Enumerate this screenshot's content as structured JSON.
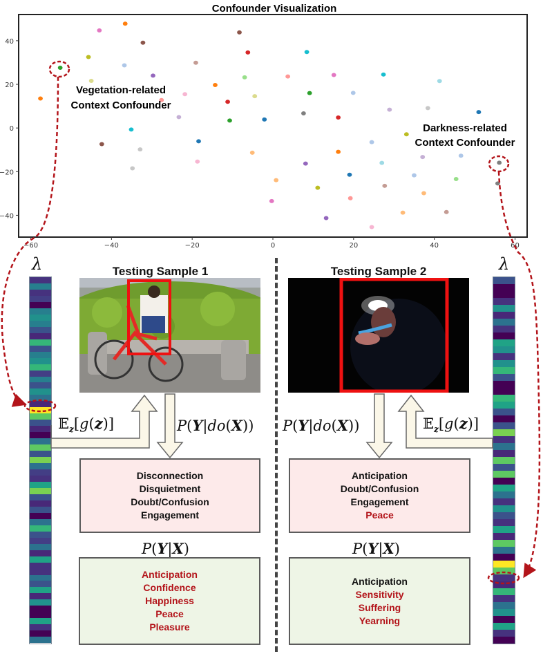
{
  "chart_data": {
    "type": "scatter",
    "title": "Confounder Visualization",
    "xlabel": "",
    "ylabel": "",
    "xlim": [
      -63,
      63
    ],
    "ylim": [
      -50,
      52
    ],
    "xticks": [
      -60,
      -40,
      -20,
      0,
      20,
      40,
      60
    ],
    "yticks": [
      -40,
      -20,
      0,
      20,
      40
    ],
    "grid": false,
    "points": [
      {
        "x": -57.6,
        "y": 13.5,
        "color": "#ff7f0e"
      },
      {
        "x": -52.7,
        "y": 27.6,
        "color": "#2ca02c",
        "highlight": true
      },
      {
        "x": -45.7,
        "y": 32.5,
        "color": "#bcbd22"
      },
      {
        "x": -45.0,
        "y": 21.6,
        "color": "#dbdb8d"
      },
      {
        "x": -43.0,
        "y": 44.7,
        "color": "#e377c2"
      },
      {
        "x": -42.4,
        "y": -7.4,
        "color": "#8c564b"
      },
      {
        "x": -36.8,
        "y": 28.7,
        "color": "#aec7e8"
      },
      {
        "x": -36.6,
        "y": 47.8,
        "color": "#ff7f0e"
      },
      {
        "x": -35.1,
        "y": -0.7,
        "color": "#17becf"
      },
      {
        "x": -34.8,
        "y": -18.5,
        "color": "#c7c7c7"
      },
      {
        "x": -32.9,
        "y": -9.8,
        "color": "#c7c7c7"
      },
      {
        "x": -32.2,
        "y": 39.1,
        "color": "#8c564b"
      },
      {
        "x": -29.7,
        "y": 24.0,
        "color": "#9467bd"
      },
      {
        "x": -27.6,
        "y": 12.8,
        "color": "#ff9896"
      },
      {
        "x": -23.3,
        "y": 5.0,
        "color": "#c5b0d5"
      },
      {
        "x": -21.8,
        "y": 15.5,
        "color": "#f7b6d2"
      },
      {
        "x": -19.1,
        "y": 29.9,
        "color": "#c49c94"
      },
      {
        "x": -18.4,
        "y": -6.1,
        "color": "#1f77b4"
      },
      {
        "x": -18.7,
        "y": -15.4,
        "color": "#f7b6d2"
      },
      {
        "x": -14.3,
        "y": 19.7,
        "color": "#ff7f0e"
      },
      {
        "x": -11.2,
        "y": 12.0,
        "color": "#d62728"
      },
      {
        "x": -10.7,
        "y": 3.4,
        "color": "#2ca02c"
      },
      {
        "x": -8.3,
        "y": 43.8,
        "color": "#8c564b"
      },
      {
        "x": -7.0,
        "y": 23.2,
        "color": "#98df8a"
      },
      {
        "x": -6.2,
        "y": 34.6,
        "color": "#d62728"
      },
      {
        "x": -5.1,
        "y": -11.3,
        "color": "#ffbb78"
      },
      {
        "x": -4.5,
        "y": 14.6,
        "color": "#dbdb8d"
      },
      {
        "x": -2.1,
        "y": 3.9,
        "color": "#1f77b4"
      },
      {
        "x": -0.3,
        "y": -33.5,
        "color": "#e377c2"
      },
      {
        "x": 0.8,
        "y": -23.9,
        "color": "#ffbb78"
      },
      {
        "x": 3.7,
        "y": 23.6,
        "color": "#ff9896"
      },
      {
        "x": 7.6,
        "y": 6.7,
        "color": "#7f7f7f"
      },
      {
        "x": 8.1,
        "y": -16.3,
        "color": "#9467bd"
      },
      {
        "x": 8.4,
        "y": 34.8,
        "color": "#17becf"
      },
      {
        "x": 9.1,
        "y": 16.0,
        "color": "#2ca02c"
      },
      {
        "x": 11.1,
        "y": -27.4,
        "color": "#bcbd22"
      },
      {
        "x": 13.2,
        "y": -41.3,
        "color": "#9467bd"
      },
      {
        "x": 15.1,
        "y": 24.3,
        "color": "#e377c2"
      },
      {
        "x": 16.2,
        "y": 4.8,
        "color": "#d62728"
      },
      {
        "x": 16.2,
        "y": -10.9,
        "color": "#ff7f0e"
      },
      {
        "x": 19.0,
        "y": -21.4,
        "color": "#1f77b4"
      },
      {
        "x": 19.2,
        "y": -32.2,
        "color": "#ff9896"
      },
      {
        "x": 19.9,
        "y": 16.1,
        "color": "#aec7e8"
      },
      {
        "x": 24.5,
        "y": -45.4,
        "color": "#f7b6d2"
      },
      {
        "x": 24.5,
        "y": -6.5,
        "color": "#aec7e8"
      },
      {
        "x": 27.0,
        "y": -16.0,
        "color": "#9edae5"
      },
      {
        "x": 27.4,
        "y": 24.5,
        "color": "#17becf"
      },
      {
        "x": 27.7,
        "y": -26.5,
        "color": "#c49c94"
      },
      {
        "x": 28.9,
        "y": 8.4,
        "color": "#c5b0d5"
      },
      {
        "x": 32.2,
        "y": -38.8,
        "color": "#ffbb78"
      },
      {
        "x": 33.1,
        "y": -2.9,
        "color": "#bcbd22"
      },
      {
        "x": 35.0,
        "y": -21.7,
        "color": "#aec7e8"
      },
      {
        "x": 37.1,
        "y": -13.3,
        "color": "#c5b0d5"
      },
      {
        "x": 37.4,
        "y": -29.9,
        "color": "#ffbb78"
      },
      {
        "x": 38.4,
        "y": 9.1,
        "color": "#c7c7c7"
      },
      {
        "x": 41.3,
        "y": 21.5,
        "color": "#9edae5"
      },
      {
        "x": 43.0,
        "y": -38.5,
        "color": "#c49c94"
      },
      {
        "x": 45.4,
        "y": -23.4,
        "color": "#98df8a"
      },
      {
        "x": 46.6,
        "y": -12.7,
        "color": "#aec7e8"
      },
      {
        "x": 51.0,
        "y": 7.3,
        "color": "#1f77b4"
      },
      {
        "x": 56.1,
        "y": -15.9,
        "color": "#7f7f7f",
        "highlight": true
      },
      {
        "x": 55.7,
        "y": -25.4,
        "color": "#7f7f7f"
      }
    ],
    "annotations": [
      {
        "text_lines": [
          "Vegetation-related",
          "Context Confounder"
        ],
        "target_point": 1
      },
      {
        "text_lines": [
          "Darkness-related",
          "Context Confounder"
        ],
        "target_point": 60
      }
    ]
  },
  "lambda_bars": {
    "symbol": "λ",
    "left": {
      "highlight_index": 21,
      "stripes": [
        "#46327e",
        "#277f8e",
        "#46327e",
        "#433e85",
        "#440154",
        "#277f8e",
        "#21918c",
        "#277f8e",
        "#3b528b",
        "#482878",
        "#35b779",
        "#3b528b",
        "#277f8e",
        "#21918c",
        "#35b779",
        "#433e85",
        "#277f8e",
        "#3b528b",
        "#21918c",
        "#2c728e",
        "#482878",
        "#fde725",
        "#5ec962",
        "#3b528b",
        "#482878",
        "#440154",
        "#2c728e",
        "#5ec962",
        "#3b528b",
        "#7ad151",
        "#2c728e",
        "#433e85",
        "#46327e",
        "#20a386",
        "#7ad151",
        "#3b528b",
        "#482878",
        "#3b528b",
        "#440154",
        "#2c728e",
        "#35b779",
        "#3b528b",
        "#433e85",
        "#2c728e",
        "#482878",
        "#20a386",
        "#46327e",
        "#46327e",
        "#2c728e",
        "#3b528b",
        "#20a386",
        "#482878",
        "#21918c",
        "#440154",
        "#440154",
        "#20a386",
        "#46327e",
        "#440154",
        "#2c728e"
      ]
    },
    "right": {
      "highlight_index": 41,
      "stripes": [
        "#3b528b",
        "#440154",
        "#440154",
        "#46327e",
        "#21918c",
        "#482878",
        "#2c728e",
        "#46327e",
        "#440154",
        "#20a386",
        "#21918c",
        "#46327e",
        "#21918c",
        "#35b779",
        "#3b528b",
        "#440154",
        "#440154",
        "#35b779",
        "#20a386",
        "#3b528b",
        "#440154",
        "#3b528b",
        "#7ad151",
        "#46327e",
        "#2c728e",
        "#482878",
        "#5ec962",
        "#3b528b",
        "#5ec962",
        "#440154",
        "#20a386",
        "#2c728e",
        "#46327e",
        "#21918c",
        "#3b528b",
        "#46327e",
        "#20a386",
        "#482878",
        "#5ec962",
        "#2c728e",
        "#440154",
        "#fde725",
        "#5ec962",
        "#46327e",
        "#482878",
        "#35b779",
        "#46327e",
        "#2c728e",
        "#21918c",
        "#440154",
        "#20a386",
        "#46327e",
        "#440154"
      ]
    }
  },
  "samples": [
    {
      "title": "Testing Sample 1",
      "expectation_label": "E_z[g(z)]",
      "do_label": "P(Y|do(X))",
      "cond_label": "P(Y|X)",
      "do_predictions": [
        {
          "text": "Disconnection",
          "wrong": false
        },
        {
          "text": "Disquietment",
          "wrong": false
        },
        {
          "text": "Doubt/Confusion",
          "wrong": false
        },
        {
          "text": "Engagement",
          "wrong": false
        }
      ],
      "cond_predictions": [
        {
          "text": "Anticipation",
          "wrong": true
        },
        {
          "text": "Confidence",
          "wrong": true
        },
        {
          "text": "Happiness",
          "wrong": true
        },
        {
          "text": "Peace",
          "wrong": true
        },
        {
          "text": "Pleasure",
          "wrong": true
        }
      ]
    },
    {
      "title": "Testing Sample 2",
      "expectation_label": "E_z[g(z)]",
      "do_label": "P(Y|do(X))",
      "cond_label": "P(Y|X)",
      "do_predictions": [
        {
          "text": "Anticipation",
          "wrong": false
        },
        {
          "text": "Doubt/Confusion",
          "wrong": false
        },
        {
          "text": "Engagement",
          "wrong": false
        },
        {
          "text": "Peace",
          "wrong": true
        }
      ],
      "cond_predictions": [
        {
          "text": "Anticipation",
          "wrong": false
        },
        {
          "text": "Sensitivity",
          "wrong": true
        },
        {
          "text": "Suffering",
          "wrong": true
        },
        {
          "text": "Yearning",
          "wrong": true
        }
      ]
    }
  ],
  "colors": {
    "highlight_dash": "#b3141a",
    "bbox_red": "#ee1111",
    "wrong_text": "#b3141a",
    "arrow_fill": "#fbf7e8",
    "arrow_stroke": "#666666",
    "do_box_bg": "#fdeaea",
    "cond_box_bg": "#eef5e6"
  }
}
